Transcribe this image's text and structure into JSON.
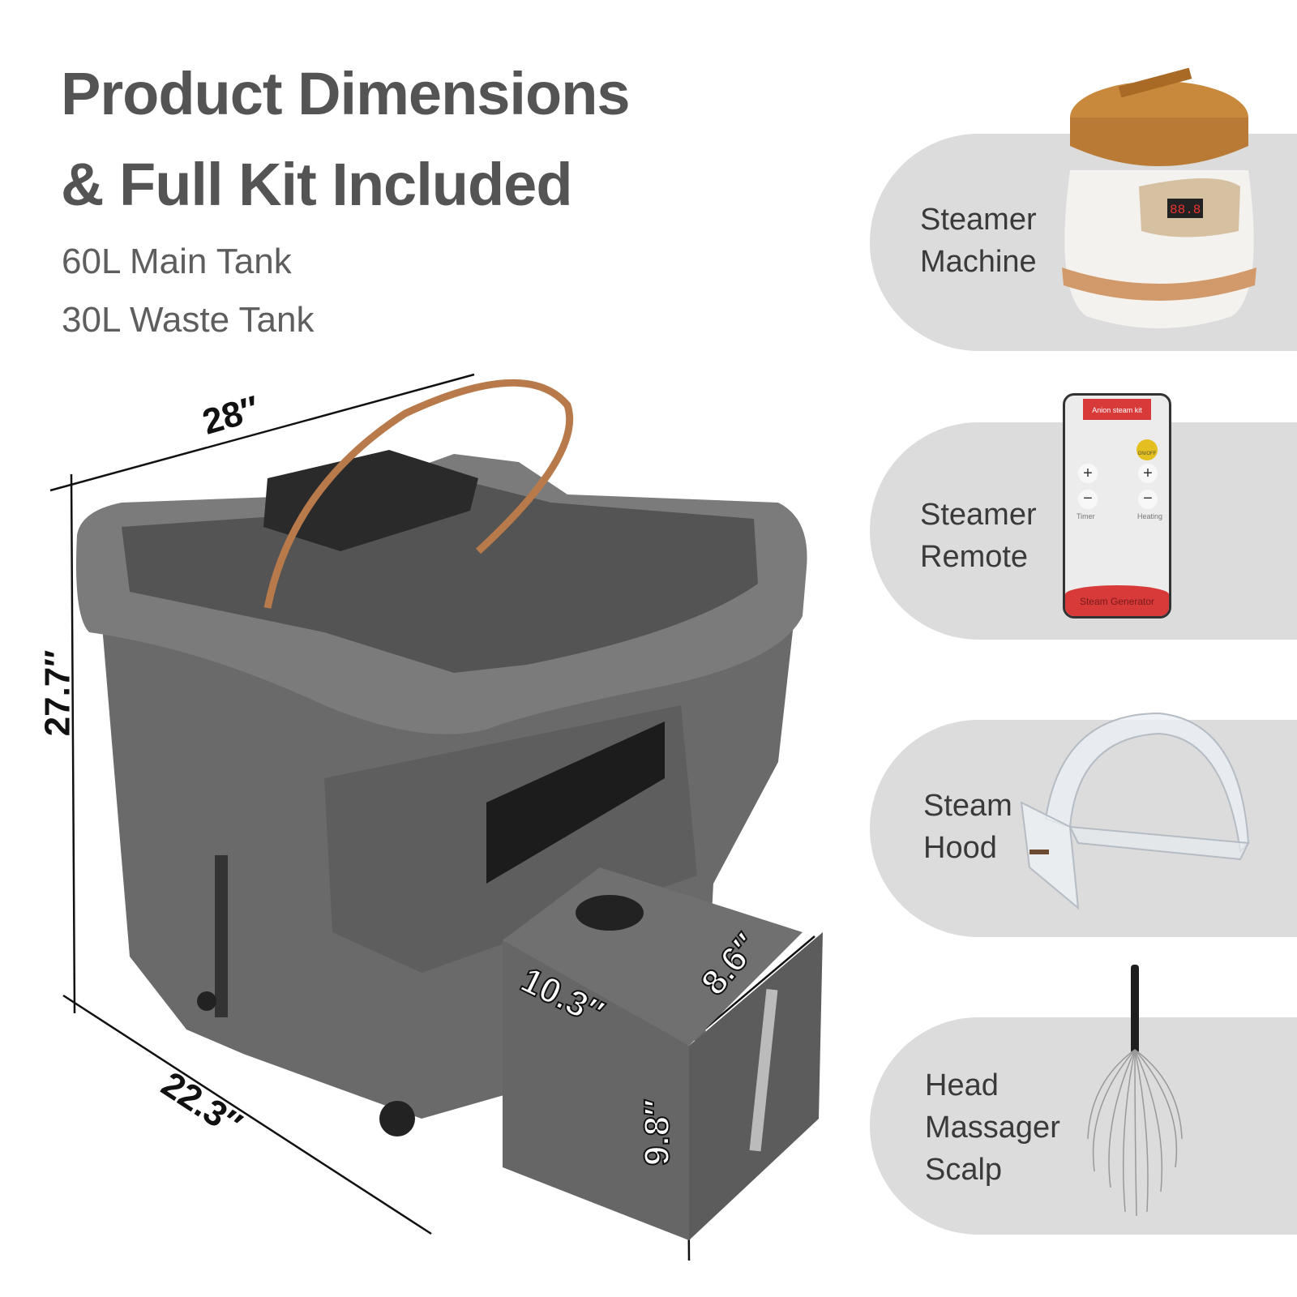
{
  "title": {
    "line1": "Product Dimensions",
    "line2": "& Full Kit Included"
  },
  "specs": [
    "60L Main Tank",
    "30L Waste Tank"
  ],
  "dimensions": {
    "width": "28″",
    "height": "27.7″",
    "depth": "22.3″",
    "drawer_length": "10.3″",
    "drawer_width": "8.6″",
    "drawer_height": "9.8″"
  },
  "kit": [
    {
      "label_lines": [
        "Steamer",
        "Machine"
      ]
    },
    {
      "label_lines": [
        "Steamer",
        "Remote"
      ]
    },
    {
      "label_lines": [
        "Steam",
        "Hood"
      ]
    },
    {
      "label_lines": [
        "Head",
        "Massager",
        "Scalp"
      ]
    }
  ],
  "remote": {
    "brand": "Anion steam kit",
    "power": "ON/OFF",
    "timer": "Timer",
    "heating": "Heating",
    "footer": "Steam Generator"
  },
  "steamer_display": "88.8",
  "colors": {
    "panel": "#dcdcdc",
    "sink": "#6b6b6b",
    "copper": "#b87a4b",
    "remote_red": "#d83a3a",
    "title": "#545454"
  }
}
